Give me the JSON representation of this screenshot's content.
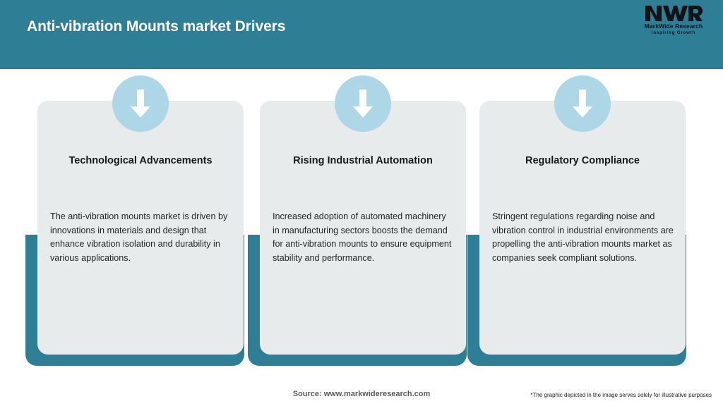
{
  "header": {
    "title": "Anti-vibration Mounts market Drivers",
    "background_color": "#2E7E96",
    "title_color": "#FFFFFF"
  },
  "logo": {
    "mark": "MWR",
    "name": "MarkWide Research",
    "tagline": "Inspiring Growth"
  },
  "cards": [
    {
      "icon": "down-arrow-icon",
      "title": "Technological Advancements",
      "body": "The anti-vibration mounts market is driven by innovations in materials and design that enhance vibration isolation and durability in various applications."
    },
    {
      "icon": "down-arrow-icon",
      "title": "Rising Industrial Automation",
      "body": "Increased adoption of automated machinery in manufacturing sectors boosts the demand for anti-vibration mounts to ensure equipment stability and performance."
    },
    {
      "icon": "down-arrow-icon",
      "title": "Regulatory Compliance",
      "body": "Stringent regulations regarding noise and vibration control in industrial environments are propelling the anti-vibration mounts market as companies seek compliant solutions."
    }
  ],
  "footer": {
    "source": "Source: www.markwideresearch.com",
    "disclaimer": "*The graphic depicted in the image serves solely for illustrative purposes"
  },
  "colors": {
    "teal": "#2E7E96",
    "card_bg": "#E8EBEC",
    "icon_circle": "#ADD6E7",
    "arrow": "#FFFFFF"
  }
}
